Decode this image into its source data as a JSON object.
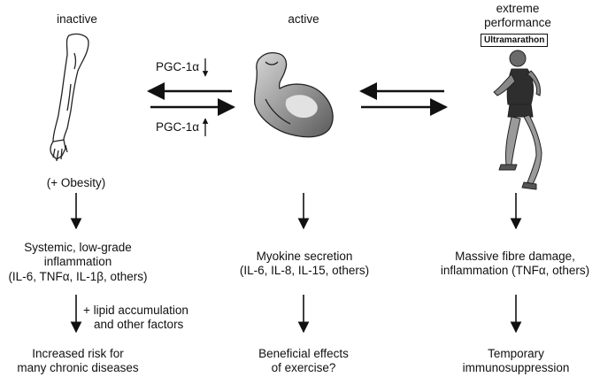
{
  "columns": {
    "inactive": {
      "header": "inactive",
      "note": "(+ Obesity)",
      "mid_lines": [
        "Systemic, low-grade",
        "inflammation",
        "(IL-6, TNFα, IL-1β, others)"
      ],
      "side_note_lines": [
        "+ lipid accumulation",
        "and other factors"
      ],
      "bottom_lines": [
        "Increased risk for",
        "many chronic diseases"
      ]
    },
    "active": {
      "header": "active",
      "mid_lines": [
        "Myokine secretion",
        "(IL-6, IL-8, IL-15, others)"
      ],
      "bottom_lines": [
        "Beneficial effects",
        "of exercise?"
      ]
    },
    "extreme": {
      "header_lines": [
        "extreme",
        "performance"
      ],
      "badge": "Ultramarathon",
      "mid_lines": [
        "Massive fibre damage,",
        "inflammation (TNFα, others)"
      ],
      "bottom_lines": [
        "Temporary",
        "immunosuppression"
      ]
    }
  },
  "transitions": {
    "pgc_label_top": "PGC-1α",
    "pgc_label_bottom": "PGC-1α"
  },
  "icons": {
    "arm": "arm-outline-icon",
    "muscle": "flexed-bicep-icon",
    "runner": "running-athlete-icon"
  }
}
